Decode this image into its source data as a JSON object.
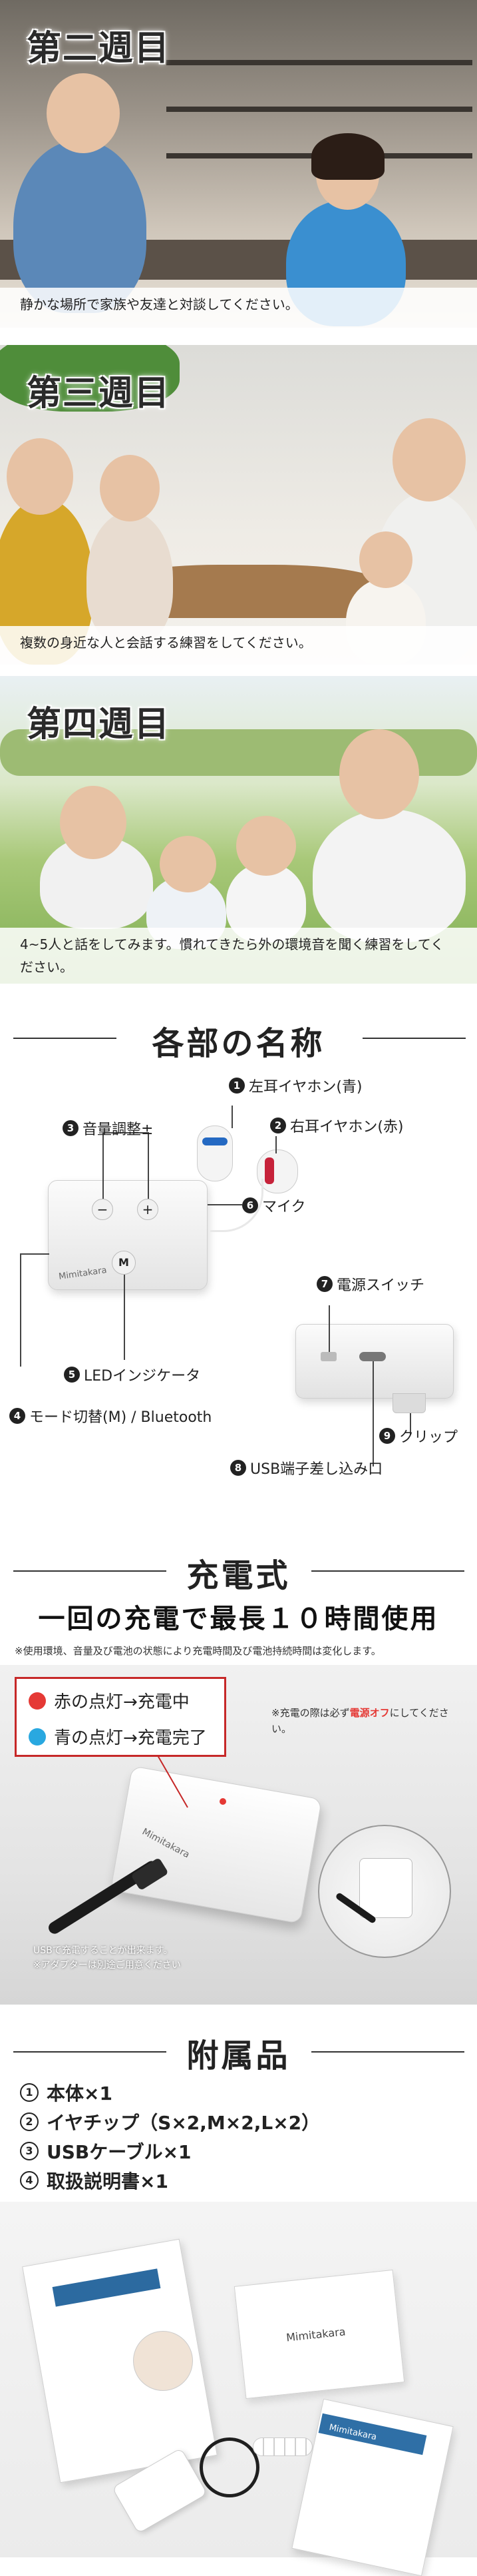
{
  "weeks": [
    {
      "title": "第二週目",
      "caption": "静かな場所で家族や友達と対談してください。"
    },
    {
      "title": "第三週目",
      "caption": "複数の身近な人と会話する練習をしてください。"
    },
    {
      "title": "第四週目",
      "caption": "4~5人と話をしてみます。慣れてきたら外の環境音を聞く練習をしてください。"
    }
  ],
  "parts": {
    "title": "各部の名称",
    "device_brand": "Mimitakara",
    "items": [
      {
        "num": "1",
        "label": "左耳イヤホン(青)"
      },
      {
        "num": "2",
        "label": "右耳イヤホン(赤)"
      },
      {
        "num": "3",
        "label": "音量調整±"
      },
      {
        "num": "4",
        "label": "モード切替(M) / Bluetooth"
      },
      {
        "num": "5",
        "label": "LEDインジケータ"
      },
      {
        "num": "6",
        "label": "マイク"
      },
      {
        "num": "7",
        "label": "電源スイッチ"
      },
      {
        "num": "8",
        "label": "USB端子差し込み口"
      },
      {
        "num": "9",
        "label": "クリップ"
      }
    ],
    "button_minus": "−",
    "button_plus": "+",
    "button_mode": "M"
  },
  "charging": {
    "title": "充電式",
    "headline": "一回の充電で最長１０時間使用",
    "note": "※使用環境、音量及び電池の状態により充電時間及び電池持続時間は変化します。",
    "status_red": "赤の点灯→充電中",
    "status_blue": "青の点灯→充電完了",
    "power_note_prefix": "※充電の際は必ず",
    "power_note_emph": "電源オフ",
    "power_note_suffix": "にしてください。",
    "usb_note_1": "USBで充電することが出来ます。",
    "usb_note_2": "※アダプターは別途ご用意ください",
    "red_color": "#e53935",
    "blue_color": "#29a8e0"
  },
  "accessories": {
    "title": "附属品",
    "items": [
      {
        "num": "1",
        "label": "本体×1"
      },
      {
        "num": "2",
        "label": "イヤチップ（S×2,M×2,L×2）"
      },
      {
        "num": "3",
        "label": "USBケーブル×1"
      },
      {
        "num": "4",
        "label": "取扱説明書×1"
      }
    ],
    "box_brand": "Mimitakara",
    "manual_brand": "Mimitakara"
  }
}
